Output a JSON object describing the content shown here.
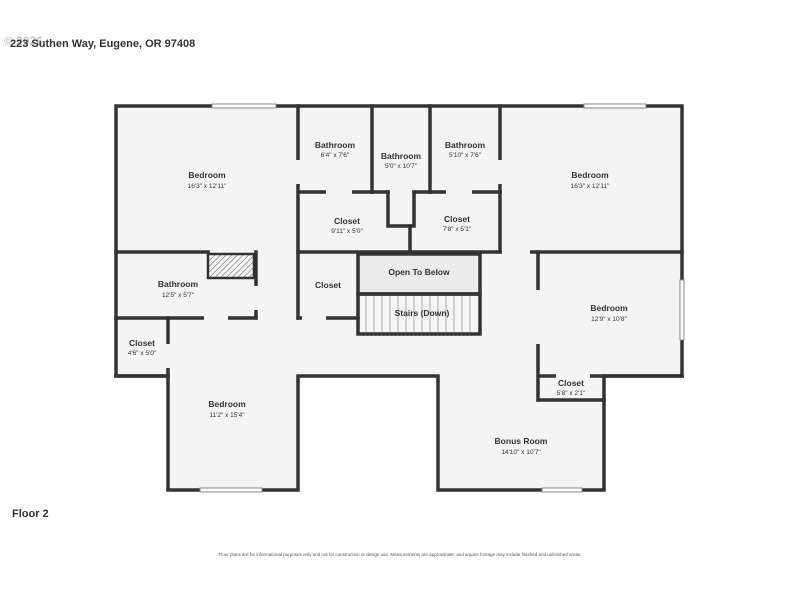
{
  "header": {
    "address": "223 Suthen Way, Eugene, OR 97408",
    "watermark": "© 2026"
  },
  "floor_label": "Floor 2",
  "disclaimer": "Floor plans are for informational purposes only and not for construction or design use. Measurements are approximate, and square footage may include finished and unfinished areas.",
  "rooms": [
    {
      "name": "Bedroom",
      "dims": "16'3\" x 12'11\""
    },
    {
      "name": "Bathroom",
      "dims": "6'4\" x 7'6\""
    },
    {
      "name": "Bathroom",
      "dims": "5'0\" x 10'7\""
    },
    {
      "name": "Bathroom",
      "dims": "5'10\" x 7'6\""
    },
    {
      "name": "Bedroom",
      "dims": "16'3\" x 12'11\""
    },
    {
      "name": "Closet",
      "dims": "9'11\" x 5'0\""
    },
    {
      "name": "Closet",
      "dims": "7'8\" x 5'1\""
    },
    {
      "name": "Bathroom",
      "dims": "12'5\" x 5'7\""
    },
    {
      "name": "Closet",
      "dims": ""
    },
    {
      "name": "Open To Below",
      "dims": ""
    },
    {
      "name": "Stairs (Down)",
      "dims": ""
    },
    {
      "name": "Bedroom",
      "dims": "12'9\" x 10'8\""
    },
    {
      "name": "Closet",
      "dims": "4'6\" x 5'0\""
    },
    {
      "name": "Bedroom",
      "dims": "11'2\" x 15'4\""
    },
    {
      "name": "Closet",
      "dims": "5'8\" x 2'1\""
    },
    {
      "name": "Bonus Room",
      "dims": "14'10\" x 10'7\""
    }
  ]
}
